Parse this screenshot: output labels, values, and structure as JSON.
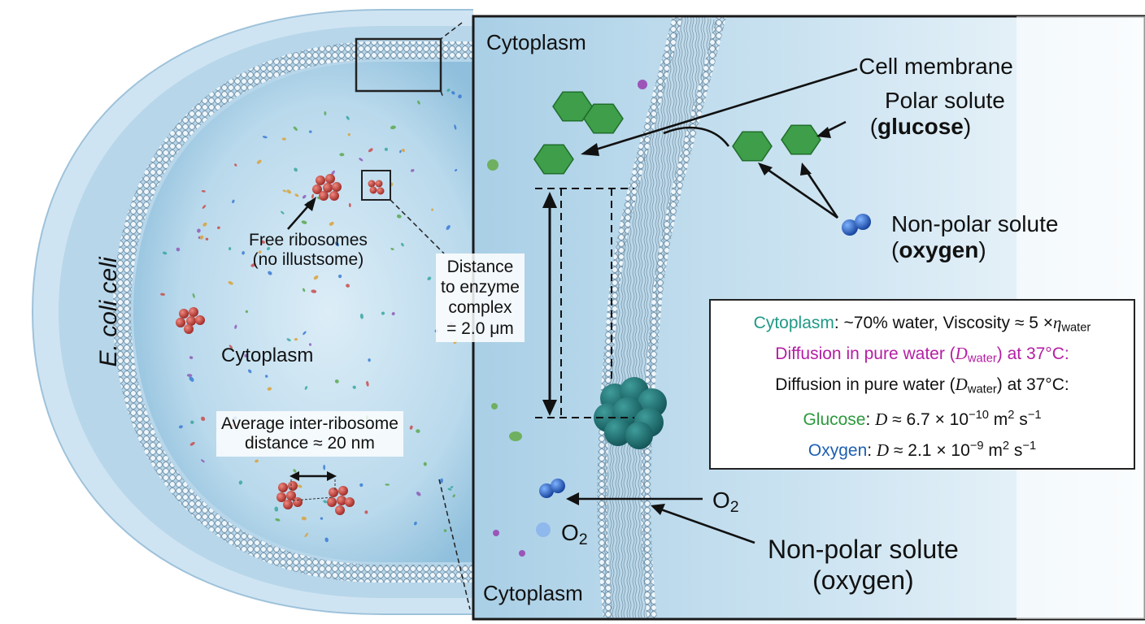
{
  "labels": {
    "cell_name": "E. coli celi",
    "cytoplasm_left": "Cytoplasm",
    "free_ribosomes_1": "Free ribosomes",
    "free_ribosomes_2": "(no illustsome)",
    "inter_ribosome_1": "Average inter-ribosome",
    "inter_ribosome_2": "distance ≈ 20 nm",
    "distance_1": "Distance",
    "distance_2": "to enzyme",
    "distance_3": "complex",
    "distance_4": "= 2.0 μm",
    "cytoplasm_top": "Cytoplasm",
    "cytoplasm_bottom": "Cytoplasm",
    "cell_membrane": "Cell membrane",
    "polar_1": "Polar solute",
    "polar_2_open": "(",
    "polar_2_bold": "glucose",
    "polar_2_close": ")",
    "nonpolar_right_1": "Non-polar solute",
    "nonpolar_right_open": "(",
    "nonpolar_right_bold": "oxygen",
    "nonpolar_right_close": ")",
    "o2_right": "O",
    "o2_right_sub": "2",
    "o2_left": "O",
    "o2_left_sub": "2",
    "nonpolar_bottom_1": "Non-polar solute",
    "nonpolar_bottom_2": "(oxygen)"
  },
  "info_box": {
    "row1_name": "Cytoplasm",
    "row1_text": ": ~70% water, Viscosity ≈ 5 ×",
    "row1_eta": "η",
    "row1_sub": "water",
    "row2_a": "Diffusion in pure water (",
    "row2_d": "D",
    "row2_sub": "water",
    "row2_b": ") at 37°C:",
    "row3_a": "Diffusion in pure water (",
    "row3_d": "D",
    "row3_sub": "water",
    "row3_b": ") at 37°C:",
    "row4_name": "Glucose",
    "row4_a": ": ",
    "row4_d": "D",
    "row4_b": " ≈ 6.7 × 10",
    "row4_exp": "−10",
    "row4_c": " m",
    "row4_sq": "2",
    "row4_d2": " s",
    "row4_inv": "−1",
    "row5_name": "Oxygen",
    "row5_a": ": ",
    "row5_d": "D",
    "row5_b": " ≈ 2.1 × 10",
    "row5_exp": "−9",
    "row5_c": " m",
    "row5_sq": "2",
    "row5_d2": " s",
    "row5_inv": "−1"
  },
  "colors": {
    "cytoplasm": "#a8cfe6",
    "membrane": "#c9e2f1",
    "ribosome": "#c8423c",
    "glucose": "#3e9e4a",
    "oxygen": "#1f5fc0",
    "enzyme": "#1e6b6b",
    "glucose_text": "#2c9a3c",
    "cytoplasm_text": "#1f9a86",
    "diffusion_text": "#b41ea3",
    "oxygen_text": "#1d5fb3"
  }
}
